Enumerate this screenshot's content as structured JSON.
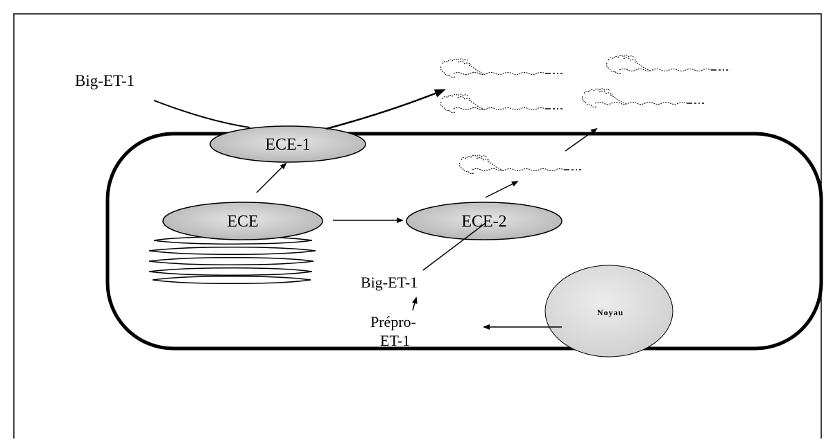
{
  "diagram": {
    "labels": {
      "big_et1_outside": "Big-ET-1",
      "ece1": "ECE-1",
      "ece": "ECE",
      "ece2": "ECE-2",
      "big_et1_inside": "Big-ET-1",
      "prepro_line1": "Prépro-",
      "prepro_line2": "ET-1",
      "noyau": "Noyau"
    },
    "colors": {
      "outline": "#000000",
      "enzyme_fill": "#c8c8c8",
      "nucleus_fill": "#dedede",
      "background": "#ffffff"
    }
  }
}
